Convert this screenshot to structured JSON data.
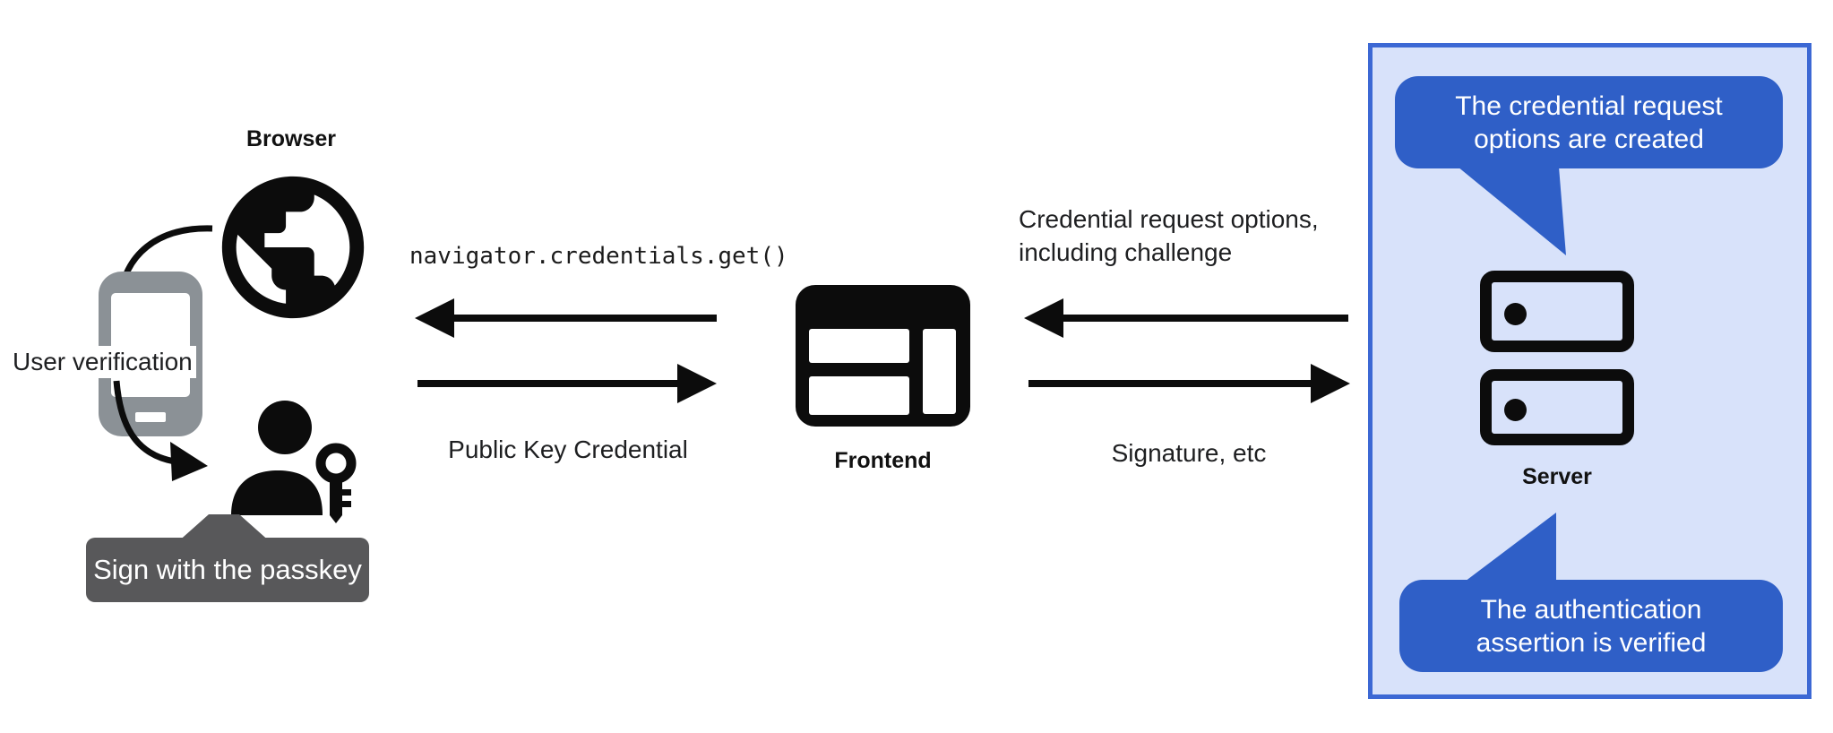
{
  "nodes": {
    "browser": "Browser",
    "frontend": "Frontend",
    "server": "Server"
  },
  "annotations": {
    "user_verification": "User verification",
    "sign_with_passkey": "Sign with the passkey"
  },
  "flows": {
    "frontend_to_browser": {
      "label": "navigator.credentials.get()",
      "direction": "left"
    },
    "browser_to_frontend": {
      "label": "Public Key Credential",
      "direction": "right"
    },
    "server_to_frontend": {
      "label_line1": "Credential request options,",
      "label_line2": "including challenge",
      "direction": "left"
    },
    "frontend_to_server": {
      "label": "Signature, etc",
      "direction": "right"
    }
  },
  "server_callouts": {
    "top": {
      "line1": "The credential request",
      "line2": "options are created"
    },
    "bottom": {
      "line1": "The authentication",
      "line2": "assertion is verified"
    }
  },
  "colors": {
    "callout_blue": "#2f5fc7",
    "panel_background": "#d8e2fa",
    "panel_border": "#3c68d4",
    "tooltip_gray": "#58585a",
    "phone_gray": "#8b9196",
    "icon_black": "#0c0c0c"
  },
  "icons": {
    "globe": "circle with continents (black fill)",
    "smartphone": "gray rounded phone outline with home bar",
    "person_passkey": "person silhouette with key",
    "browser_window": "black rounded window with panels",
    "server_stack": "two stacked server units with dots",
    "straight_arrow": "black line with triangular head",
    "curved_arrow": "black arc with triangular head"
  }
}
